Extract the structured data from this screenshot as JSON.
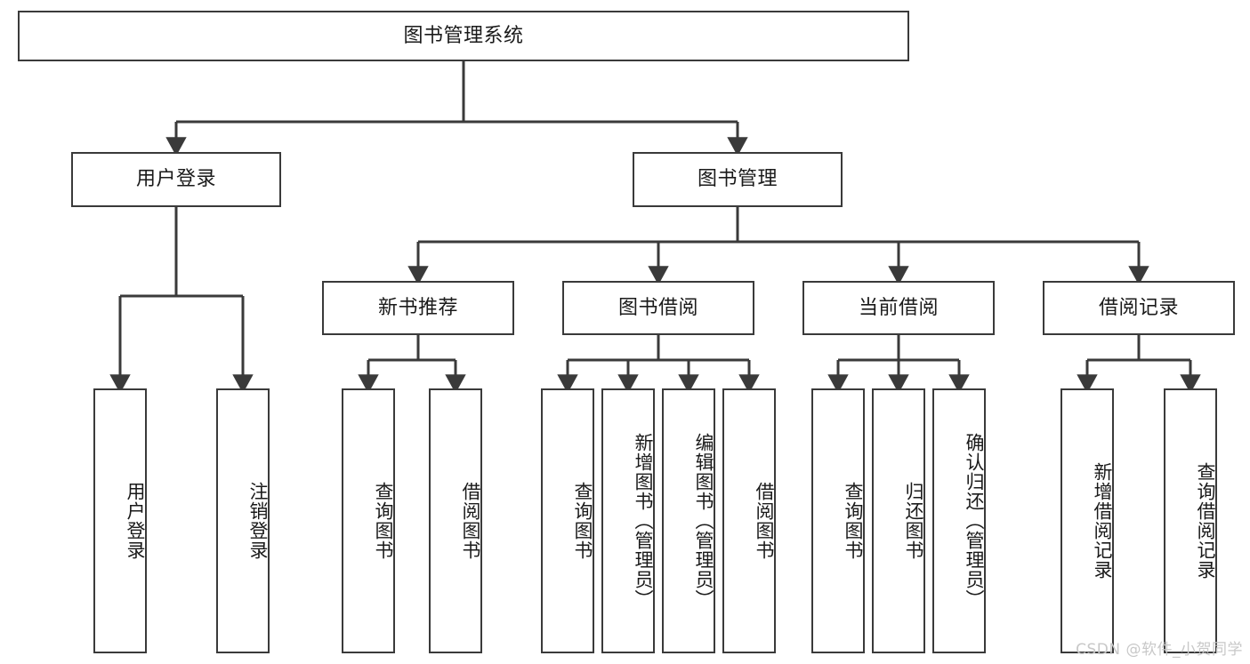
{
  "diagram": {
    "type": "tree-hierarchy",
    "title": "图书管理系统",
    "watermark": "CSDN @软件_小贺同学",
    "style": {
      "stroke": "#3a3a3a",
      "fill": "#ffffff",
      "text": "#1a1a1a",
      "watermark_color": "#c8c8c8"
    },
    "nodes": {
      "root": {
        "label": "图书管理系统"
      },
      "level2": [
        {
          "id": "user-login",
          "label": "用户登录"
        },
        {
          "id": "book-manage",
          "label": "图书管理"
        }
      ],
      "level3": [
        {
          "id": "new-book-recommend",
          "label": "新书推荐"
        },
        {
          "id": "book-borrow",
          "label": "图书借阅"
        },
        {
          "id": "current-borrow",
          "label": "当前借阅"
        },
        {
          "id": "borrow-record",
          "label": "借阅记录"
        }
      ],
      "leaves": {
        "user-login": [
          {
            "id": "leaf-user-login",
            "label": "用户登录"
          },
          {
            "id": "leaf-user-logout",
            "label": "注销登录"
          }
        ],
        "new-book-recommend": [
          {
            "id": "leaf-query-book-1",
            "label": "查询图书"
          },
          {
            "id": "leaf-borrow-book-1",
            "label": "借阅图书"
          }
        ],
        "book-borrow": [
          {
            "id": "leaf-query-book-2",
            "label": "查询图书"
          },
          {
            "id": "leaf-add-book",
            "label": "新增图书（管理员）"
          },
          {
            "id": "leaf-edit-book",
            "label": "编辑图书（管理员）"
          },
          {
            "id": "leaf-borrow-book-2",
            "label": "借阅图书"
          }
        ],
        "current-borrow": [
          {
            "id": "leaf-query-book-3",
            "label": "查询图书"
          },
          {
            "id": "leaf-return-book",
            "label": "归还图书"
          },
          {
            "id": "leaf-confirm-return",
            "label": "确认归还（管理员）"
          }
        ],
        "borrow-record": [
          {
            "id": "leaf-add-record",
            "label": "新增借阅记录"
          },
          {
            "id": "leaf-query-record",
            "label": "查询借阅记录"
          }
        ]
      }
    }
  }
}
